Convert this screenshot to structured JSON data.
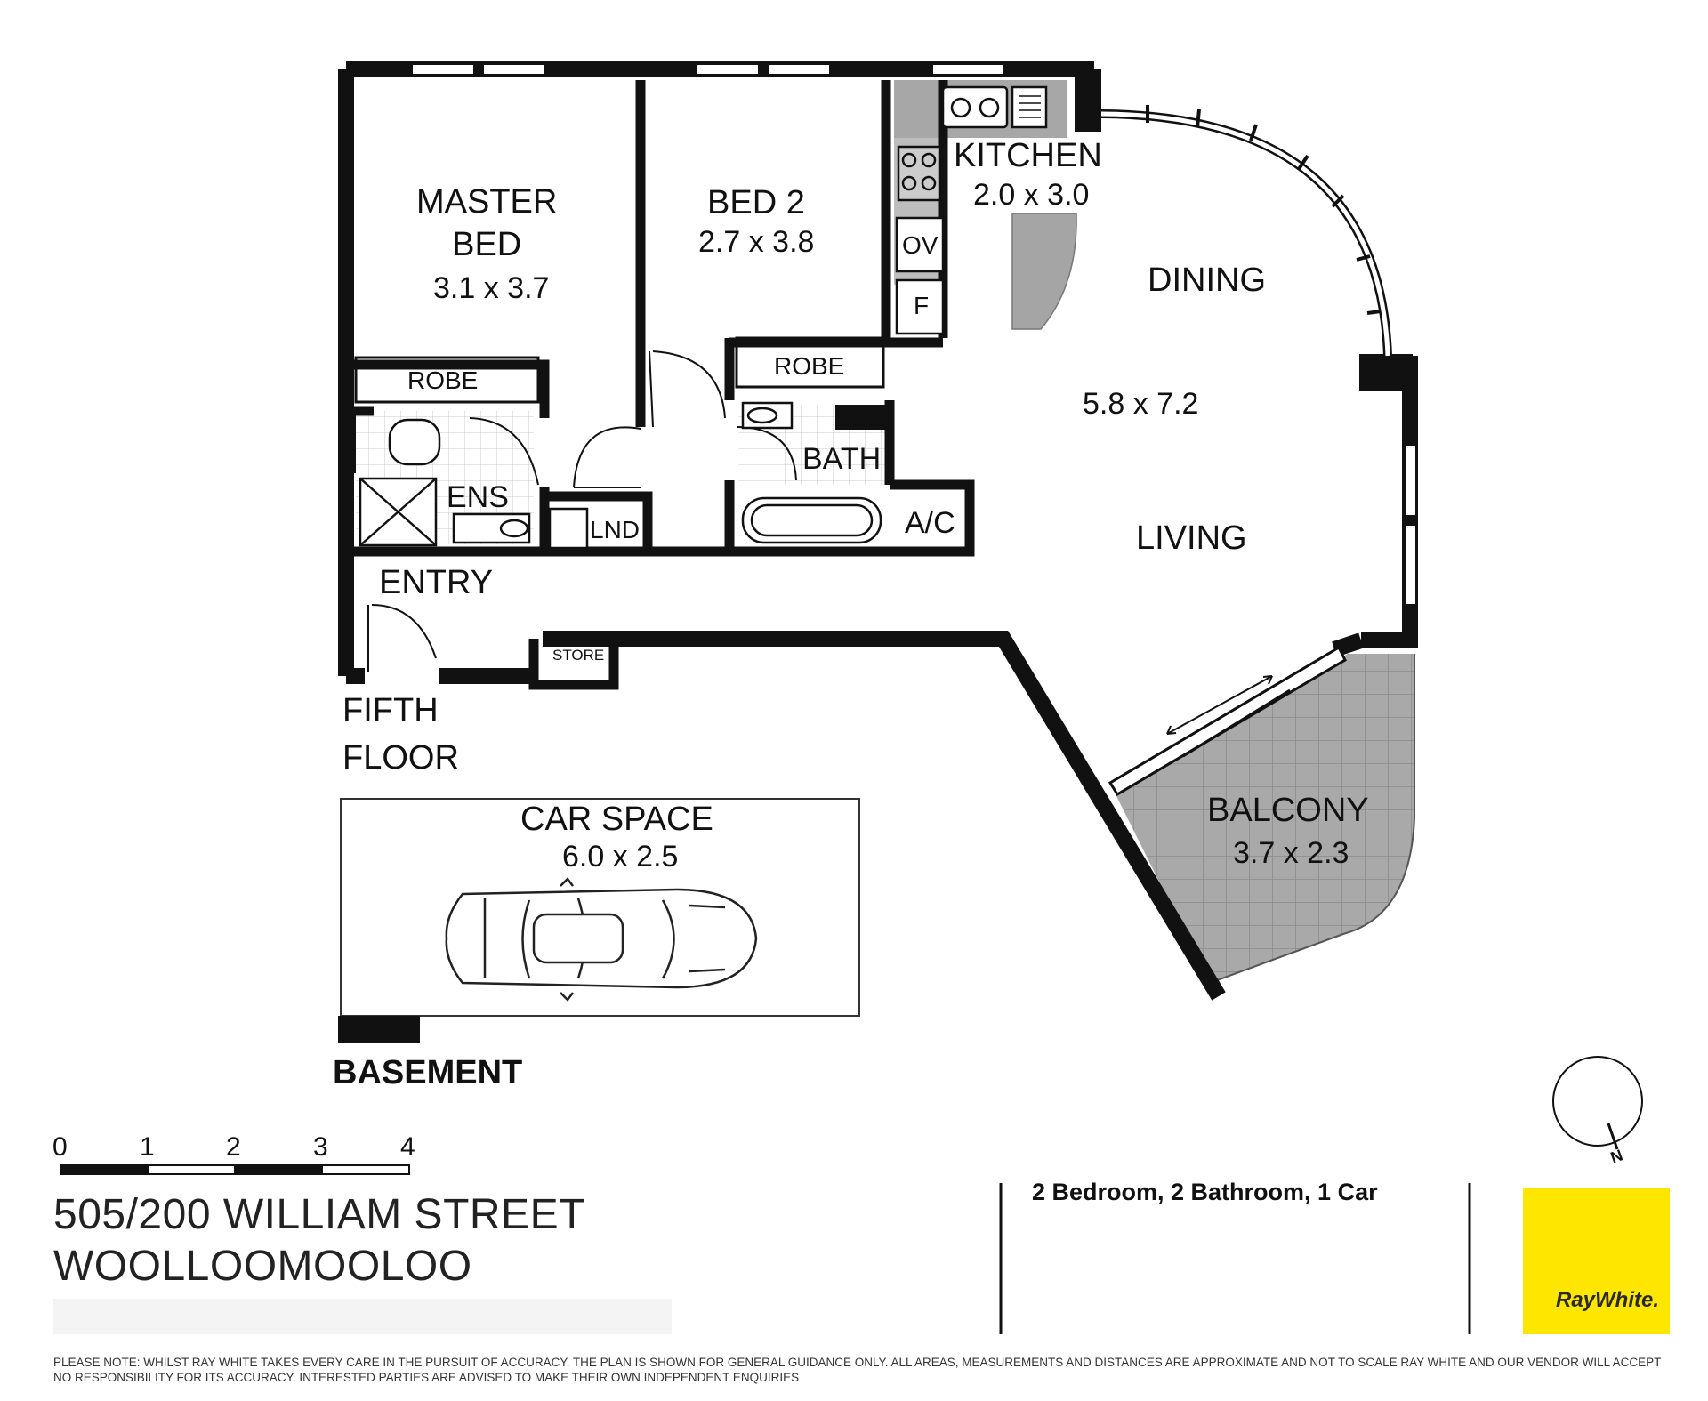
{
  "rooms": {
    "master_bed": {
      "name_line1": "MASTER",
      "name_line2": "BED",
      "dims": "3.1 x 3.7"
    },
    "bed2": {
      "name": "BED 2",
      "dims": "2.7 x 3.8"
    },
    "kitchen": {
      "name": "KITCHEN",
      "dims": "2.0 x 3.0"
    },
    "dining": {
      "name": "DINING"
    },
    "living": {
      "name": "LIVING",
      "dims": "5.8 x 7.2"
    },
    "robe_master": {
      "name": "ROBE"
    },
    "robe_bed2": {
      "name": "ROBE"
    },
    "ensuite": {
      "name": "ENS"
    },
    "laundry": {
      "name": "LND"
    },
    "bath": {
      "name": "BATH"
    },
    "ac": {
      "name": "A/C"
    },
    "entry": {
      "name": "ENTRY"
    },
    "store": {
      "name": "STORE"
    },
    "oven": {
      "name": "OV"
    },
    "fridge": {
      "name": "F"
    },
    "balcony": {
      "name": "BALCONY",
      "dims": "3.7 x 2.3"
    },
    "car_space": {
      "name": "CAR SPACE",
      "dims": "6.0 x 2.5"
    }
  },
  "levels": {
    "fifth_floor_line1": "FIFTH",
    "fifth_floor_line2": "FLOOR",
    "basement": "BASEMENT"
  },
  "scale": {
    "ticks": [
      "0",
      "1",
      "2",
      "3",
      "4"
    ]
  },
  "compass": {
    "north": "N"
  },
  "address": {
    "line1": "505/200 WILLIAM STREET",
    "line2": "WOOLLOOMOOLOO"
  },
  "summary": "2 Bedroom, 2 Bathroom, 1 Car",
  "brand": {
    "name": "RayWhite.",
    "color": "#ffe600"
  },
  "disclaimer": "PLEASE NOTE: WHILST RAY WHITE TAKES EVERY CARE IN THE PURSUIT OF ACCURACY. THE PLAN IS SHOWN FOR GENERAL GUIDANCE ONLY. ALL AREAS, MEASUREMENTS AND DISTANCES ARE APPROXIMATE AND NOT TO SCALE RAY WHITE AND OUR VENDOR WILL ACCEPT NO RESPONSIBILITY FOR ITS ACCURACY. INTERESTED PARTIES ARE ADVISED TO MAKE THEIR OWN INDEPENDENT ENQUIRIES"
}
